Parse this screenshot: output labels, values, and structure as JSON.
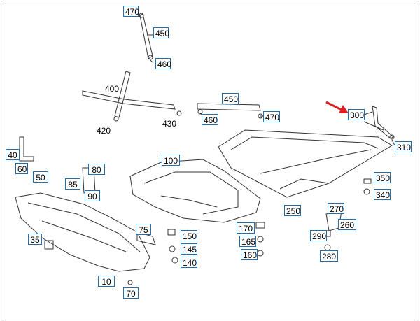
{
  "callouts": [
    "470",
    "450",
    "460",
    "450",
    "460",
    "470",
    "300",
    "310",
    "40",
    "60",
    "50",
    "80",
    "85",
    "90",
    "100",
    "250",
    "350",
    "340",
    "270",
    "260",
    "290",
    "280",
    "75",
    "150",
    "145",
    "140",
    "170",
    "165",
    "160",
    "35",
    "10",
    "70"
  ],
  "labels": [
    "400",
    "420",
    "430"
  ],
  "colors": {
    "line": "#333333",
    "callout_border": "#1a6fb5",
    "arrow": "#e02020"
  }
}
